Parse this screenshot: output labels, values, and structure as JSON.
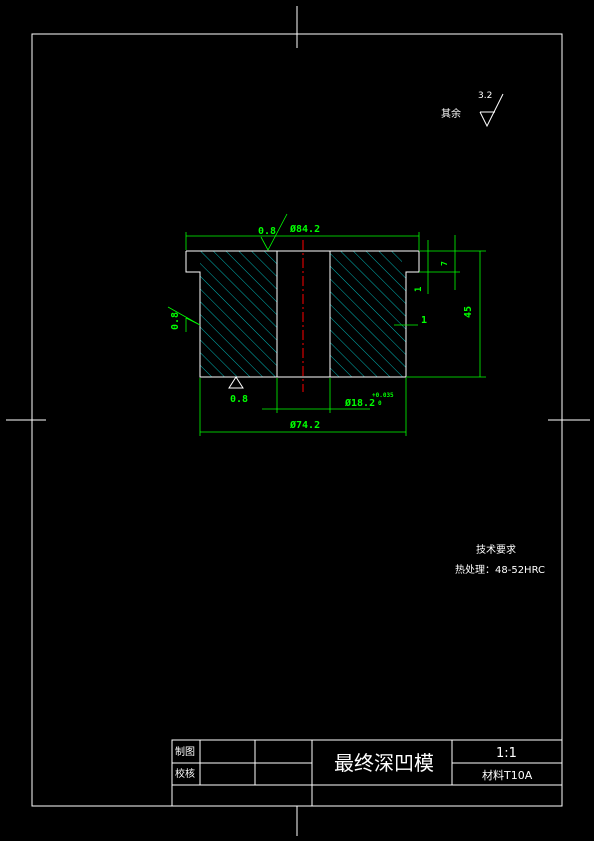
{
  "surface": {
    "rest_label": "其余",
    "rest_value": "3.2",
    "top_finish": "0.8",
    "left_finish": "0.8",
    "bottom_finish": "0.8"
  },
  "dims": {
    "top_dia": "Ø84.2",
    "bottom_dia": "Ø74.2",
    "bore_dia": "Ø18.2",
    "bore_tol": "+0.035",
    "bore_tol_low": "0",
    "height": "45",
    "step": "7",
    "small1": "1",
    "small2": "1"
  },
  "tech": {
    "title": "技术要求",
    "heat": "热处理：48-52HRC"
  },
  "title_block": {
    "drawn": "制图",
    "checked": "校核",
    "name": "最终深凹模",
    "scale": "1:1",
    "material": "材料T10A"
  },
  "colors": {
    "lines": "#ffffff",
    "dims": "#00ff00",
    "hatch": "#00ffff",
    "center": "#ff0000"
  }
}
